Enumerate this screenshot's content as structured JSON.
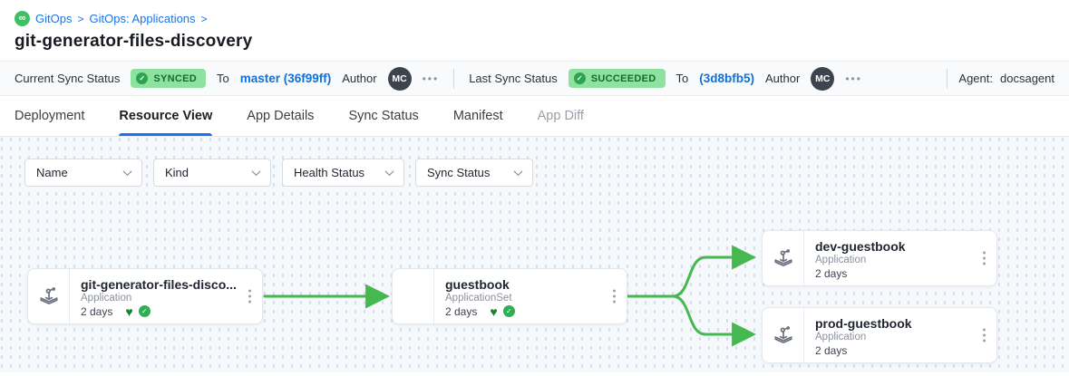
{
  "breadcrumb": {
    "logo_glyph": "∞",
    "item1": "GitOps",
    "item2": "GitOps: Applications",
    "separator": ">"
  },
  "page_title": "git-generator-files-discovery",
  "status_bar": {
    "current_label": "Current Sync Status",
    "current_badge": "SYNCED",
    "current_to": "To",
    "current_revision": "master (36f99ff)",
    "current_author_label": "Author",
    "current_author": "MC",
    "current_more": "•••",
    "last_label": "Last Sync Status",
    "last_badge": "SUCCEEDED",
    "last_to": "To",
    "last_revision": "(3d8bfb5)",
    "last_author_label": "Author",
    "last_author": "MC",
    "last_more": "•••",
    "agent_label": "Agent:",
    "agent_value": "docsagent",
    "check_glyph": "✓"
  },
  "tabs": [
    {
      "label": "Deployment"
    },
    {
      "label": "Resource View",
      "active": true
    },
    {
      "label": "App Details"
    },
    {
      "label": "Sync Status"
    },
    {
      "label": "Manifest"
    },
    {
      "label": "App Diff",
      "disabled": true
    }
  ],
  "filters": [
    {
      "label": "Name"
    },
    {
      "label": "Kind"
    },
    {
      "label": "Health Status"
    },
    {
      "label": "Sync Status"
    }
  ],
  "graph": {
    "nodes": [
      {
        "title": "git-generator-files-disco...",
        "kind": "Application",
        "age": "2 days",
        "healthy": true,
        "synced": true
      },
      {
        "title": "guestbook",
        "kind": "ApplicationSet",
        "age": "2 days",
        "healthy": true,
        "synced": true
      },
      {
        "title": "dev-guestbook",
        "kind": "Application",
        "age": "2 days"
      },
      {
        "title": "prod-guestbook",
        "kind": "Application",
        "age": "2 days"
      }
    ],
    "heart_glyph": "♥",
    "check_glyph": "✓"
  },
  "colors": {
    "edge_green": "#45b94f",
    "badge_bg": "#8de2a0",
    "badge_text": "#156a2d",
    "accent_blue": "#1a73e8",
    "logo_green": "#3fc065",
    "avatar_bg": "#3d444d"
  }
}
